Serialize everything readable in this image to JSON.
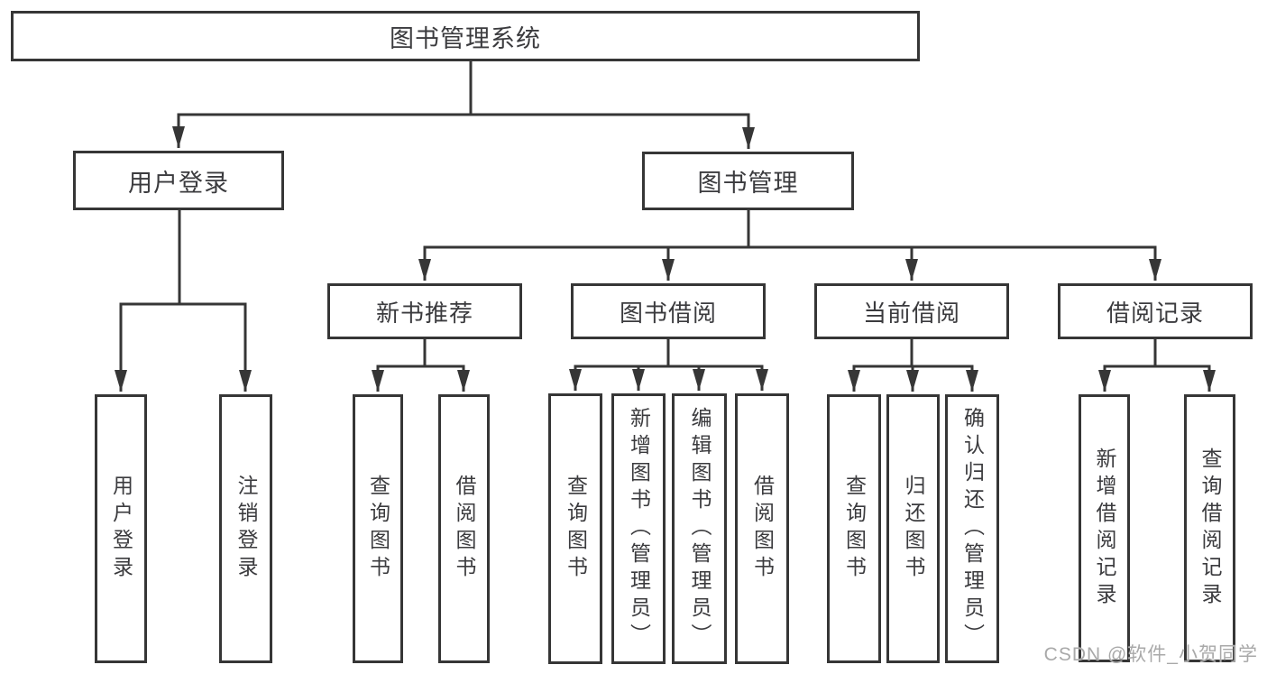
{
  "diagram": {
    "root": {
      "label": "图书管理系统"
    },
    "branches": [
      {
        "label": "用户登录",
        "children": [
          {
            "label": "用户登录"
          },
          {
            "label": "注销登录"
          }
        ]
      },
      {
        "label": "图书管理",
        "children": [
          {
            "label": "新书推荐",
            "children": [
              {
                "label": "查询图书"
              },
              {
                "label": "借阅图书"
              }
            ]
          },
          {
            "label": "图书借阅",
            "children": [
              {
                "label": "查询图书"
              },
              {
                "label": "新增图书（管理员）"
              },
              {
                "label": "编辑图书（管理员）"
              },
              {
                "label": "借阅图书"
              }
            ]
          },
          {
            "label": "当前借阅",
            "children": [
              {
                "label": "查询图书"
              },
              {
                "label": "归还图书"
              },
              {
                "label": "确认归还（管理员）"
              }
            ]
          },
          {
            "label": "借阅记录",
            "children": [
              {
                "label": "新增借阅记录"
              },
              {
                "label": "查询借阅记录"
              }
            ]
          }
        ]
      }
    ]
  },
  "watermark": {
    "text": "CSDN @软件_小贺同学"
  },
  "colors": {
    "line": "#363636",
    "text": "#3b3b3e",
    "background": "#ffffff",
    "watermark": "#a9a9a9"
  }
}
